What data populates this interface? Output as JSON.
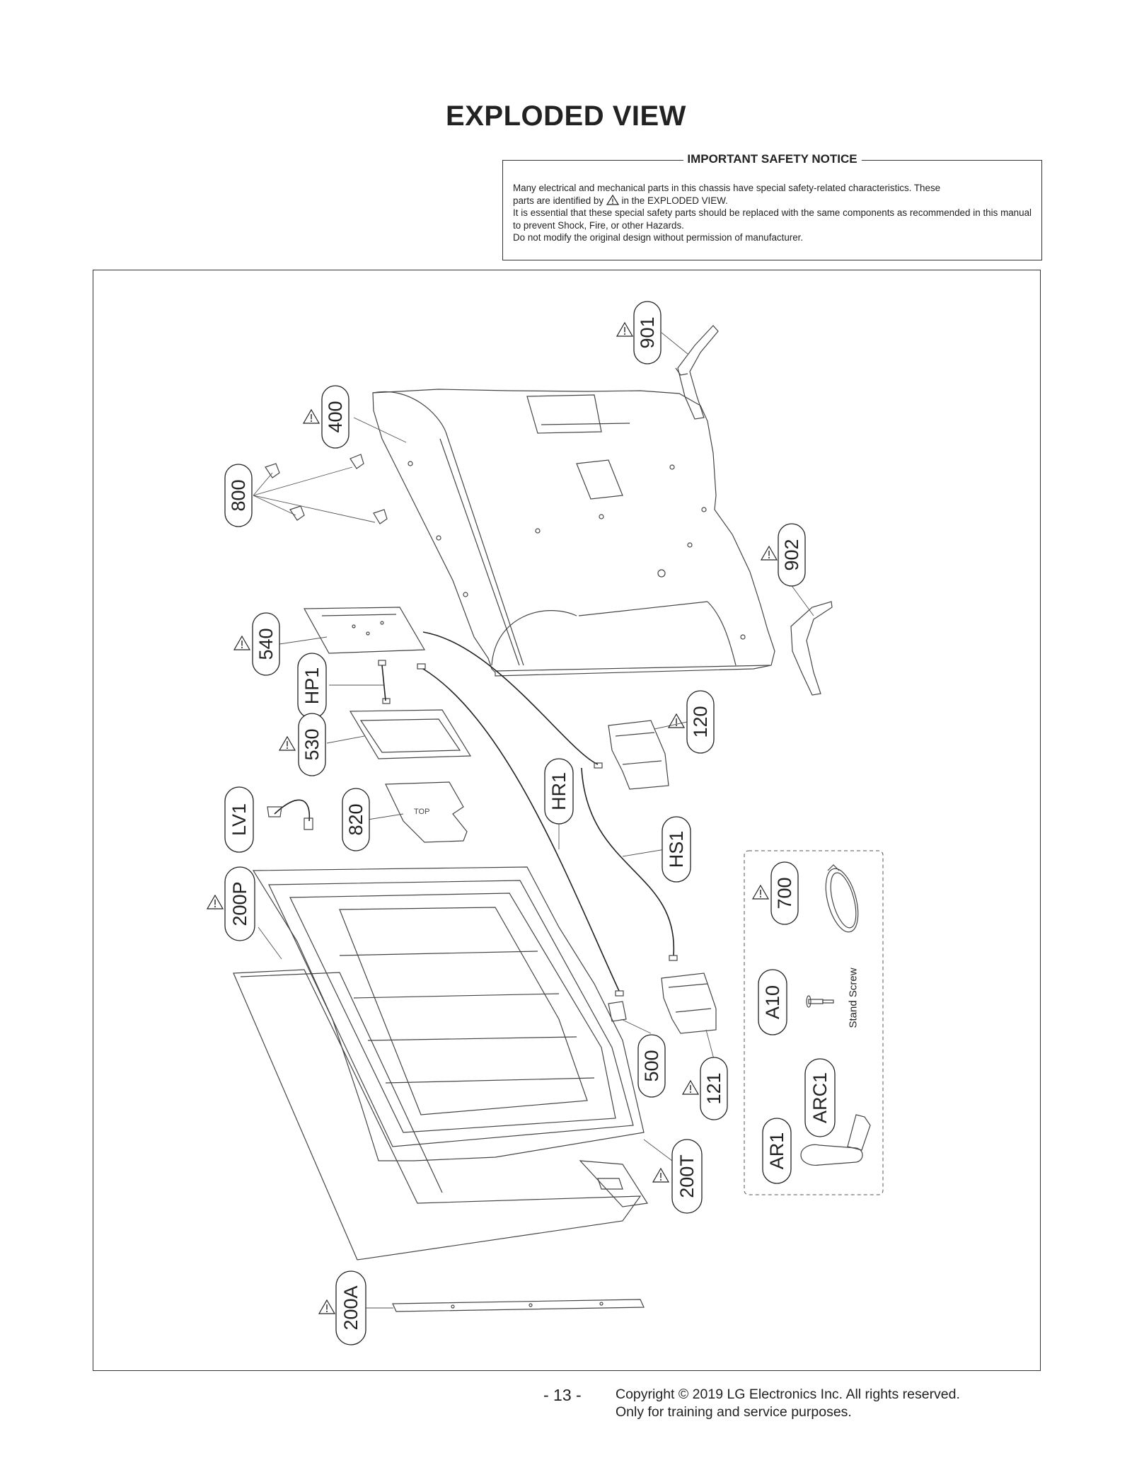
{
  "title": "EXPLODED VIEW",
  "safety_notice": {
    "title": "IMPORTANT SAFETY NOTICE",
    "line1": "Many electrical and mechanical parts in this chassis have special safety-related characteristics. These",
    "line2_before": "parts are identified by",
    "line2_after": "in the EXPLODED VIEW.",
    "line3": "It is essential that these special safety parts should be replaced with the same components as recommended in this manual to prevent Shock, Fire, or other Hazards.",
    "line4": "Do not modify the original design without permission of manufacturer."
  },
  "callouts": {
    "p901": "901",
    "p400": "400",
    "p800": "800",
    "p902": "902",
    "p540": "540",
    "hp1": "HP1",
    "p530": "530",
    "p120": "120",
    "hr1": "HR1",
    "lv1": "LV1",
    "p820": "820",
    "hs1": "HS1",
    "p700": "700",
    "p200p": "200P",
    "a10": "A10",
    "p500": "500",
    "p121": "121",
    "arc1": "ARC1",
    "p200t": "200T",
    "ar1": "AR1",
    "p200a": "200A"
  },
  "stand_screw_label": "Stand Screw",
  "board_labels": {
    "top": "TOP"
  },
  "footer": {
    "page_number": "- 13 -",
    "copyright": "Copyright © 2019 LG Electronics Inc. All rights reserved.",
    "usage": "Only for training and service purposes."
  }
}
